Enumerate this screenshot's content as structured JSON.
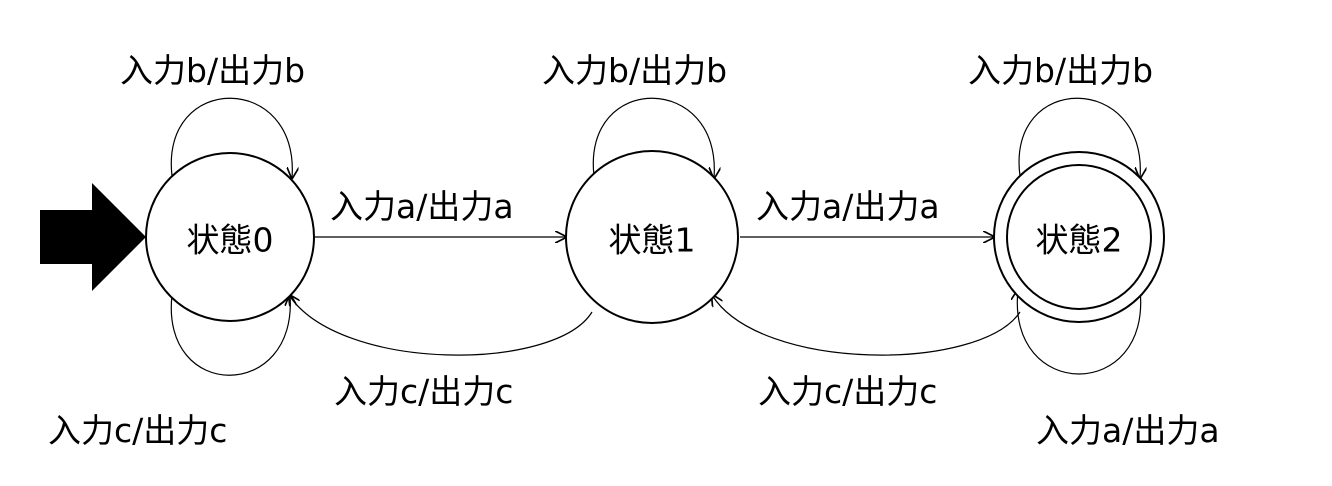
{
  "states": {
    "s0": "状態0",
    "s1": "状態1",
    "s2": "状態2"
  },
  "labels": {
    "s0_loop_b": "入力b/出力b",
    "s0_loop_c": "入力c/出力c",
    "s1_loop_b": "入力b/出力b",
    "s2_loop_b": "入力b/出力b",
    "s2_loop_a": "入力a/出力a",
    "s0_to_s1_a": "入力a/出力a",
    "s1_to_s2_a": "入力a/出力a",
    "s1_to_s0_c": "入力c/出力c",
    "s2_to_s1_c": "入力c/出力c"
  },
  "initial_state": "状態0",
  "accepting_state": "状態2"
}
